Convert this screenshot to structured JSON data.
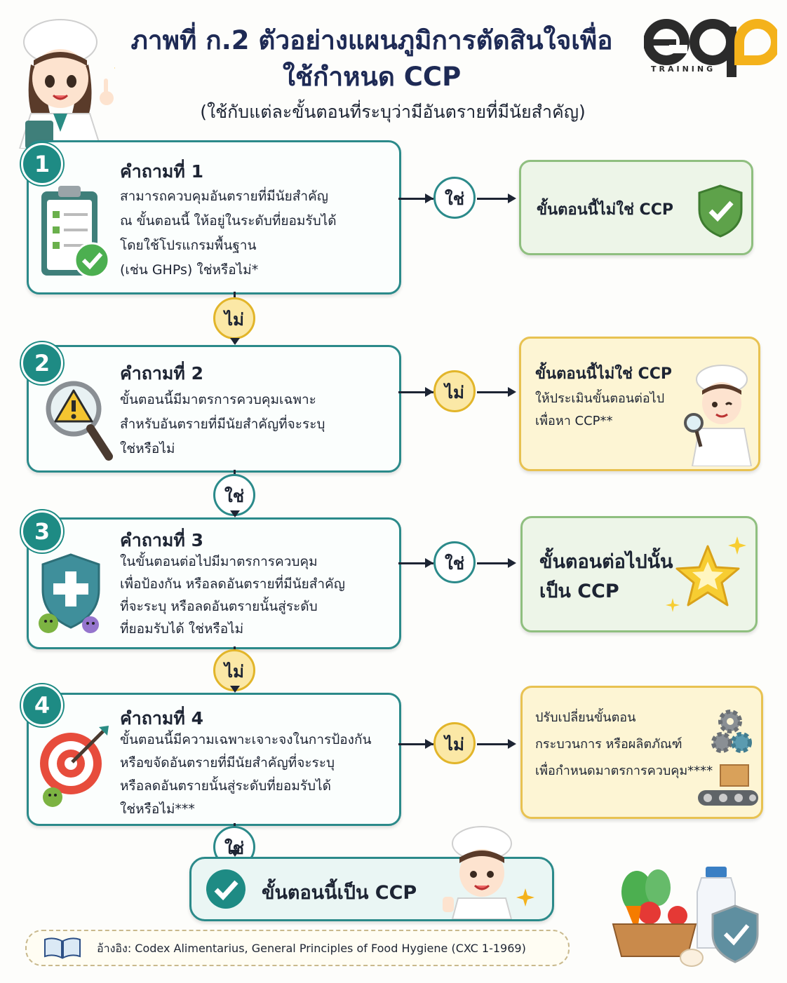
{
  "title": {
    "line1": "ภาพที่ ก.2 ตัวอย่างแผนภูมิการตัดสินใจเพื่อ",
    "line2": "ใช้กำหนด CCP",
    "subtitle": "(ใช้กับแต่ละขั้นตอนที่ระบุว่ามีอันตรายที่มีนัยสำคัญ)"
  },
  "logo": {
    "brand": "eqa",
    "tagline": "TRAINING",
    "color_dark": "#2b2b2b",
    "color_accent": "#f4b21b"
  },
  "questions": [
    {
      "num": "1",
      "title": "คำถามที่ 1",
      "text": "สามารถควบคุมอันตรายที่มีนัยสำคัญ\nณ ขั้นตอนนี้ ให้อยู่ในระดับที่ยอมรับได้\nโดยใช้โปรแกรมพื้นฐาน\n(เช่น GHPs) ใช่หรือไม่*",
      "icon": "clipboard-check-icon"
    },
    {
      "num": "2",
      "title": "คำถามที่ 2",
      "text": "ขั้นตอนนี้มีมาตรการควบคุมเฉพาะ\nสำหรับอันตรายที่มีนัยสำคัญที่จะระบุ\nใช่หรือไม่",
      "icon": "magnifier-warning-icon"
    },
    {
      "num": "3",
      "title": "คำถามที่ 3",
      "text": "ในขั้นตอนต่อไปมีมาตรการควบคุม\nเพื่อป้องกัน หรือลดอันตรายที่มีนัยสำคัญ\nที่จะระบุ หรือลดอันตรายนั้นสู่ระดับ\nที่ยอมรับได้ ใช่หรือไม่",
      "icon": "shield-plus-icon"
    },
    {
      "num": "4",
      "title": "คำถามที่ 4",
      "text": "ขั้นตอนนี้มีความเฉพาะเจาะจงในการป้องกัน\nหรือขจัดอันตรายที่มีนัยสำคัญที่จะระบุ\nหรือลดอันตรายนั้นสู่ระดับที่ยอมรับได้\nใช่หรือไม่***",
      "icon": "target-icon"
    }
  ],
  "side_answers": [
    "ใช่",
    "ไม่",
    "ใช่",
    "ไม่"
  ],
  "down_answers": [
    "ไม่",
    "ใช่",
    "ไม่",
    "ใช่"
  ],
  "results": [
    {
      "title": "ขั้นตอนนี้ไม่ใช่ CCP",
      "sub": "",
      "icon": "shield-check-icon"
    },
    {
      "title": "ขั้นตอนนี้ไม่ใช่ CCP",
      "sub": "ให้ประเมินขั้นตอนต่อไป\nเพื่อหา CCP**",
      "icon": "scientist-magnifier-icon"
    },
    {
      "title": "ขั้นตอนต่อไปนั้น\nเป็น CCP",
      "sub": "",
      "icon": "star-icon"
    },
    {
      "title": "",
      "sub": "ปรับเปลี่ยนขั้นตอน\nกระบวนการ หรือผลิตภัณฑ์\nเพื่อกำหนดมาตรการควบคุม****",
      "icon": "gears-conveyor-icon"
    }
  ],
  "final": {
    "label": "ขั้นตอนนี้เป็น CCP"
  },
  "reference": {
    "text": "อ้างอิง: Codex Alimentarius, General Principles of Food Hygiene (CXC 1-1969)"
  },
  "colors": {
    "teal": "#2b8a8a",
    "yes_border": "#2b8a8a",
    "no_fill": "#fbe8a6",
    "green_box": "#edf5e8",
    "yellow_box": "#fdf5d4",
    "title": "#1e2a55"
  }
}
